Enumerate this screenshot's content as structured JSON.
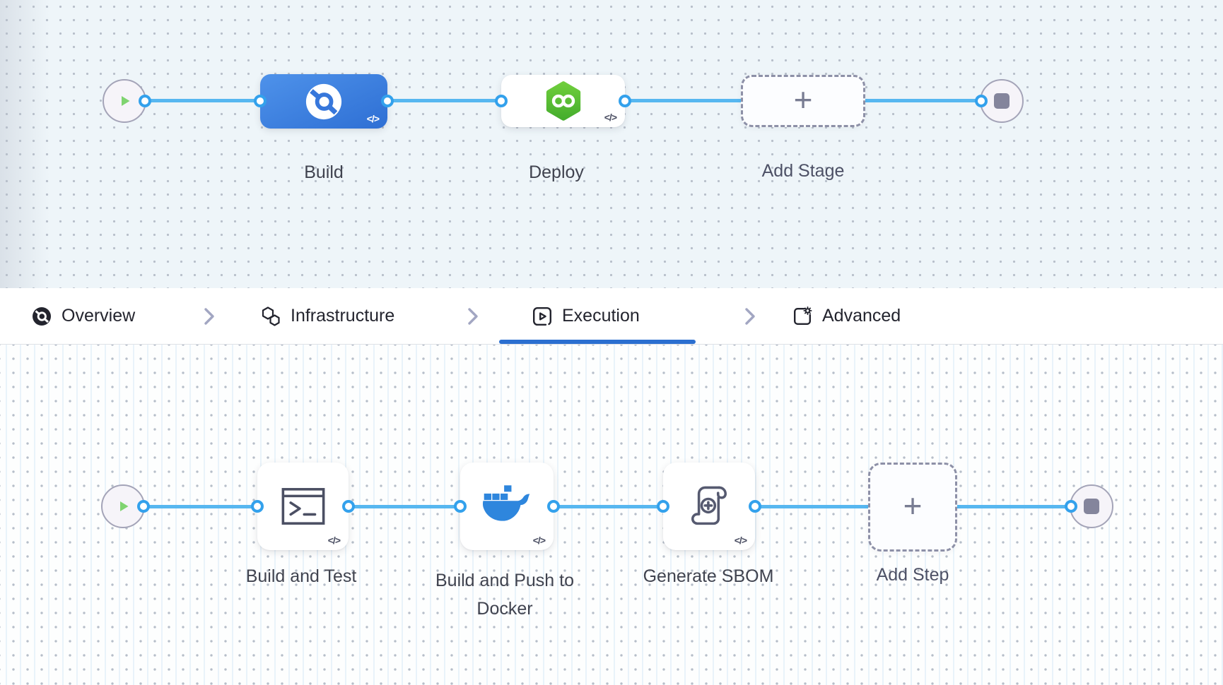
{
  "stage_canvas": {
    "stages": [
      {
        "label": "Build",
        "icon": "harness-ci-icon",
        "code_badge": "</>"
      },
      {
        "label": "Deploy",
        "icon": "harness-cd-icon",
        "code_badge": "</>"
      },
      {
        "label": "Add Stage",
        "icon": "plus-icon"
      }
    ]
  },
  "tab_bar": {
    "tabs": [
      {
        "label": "Overview",
        "icon": "overview-icon",
        "active": false
      },
      {
        "label": "Infrastructure",
        "icon": "hexagons-icon",
        "active": false
      },
      {
        "label": "Execution",
        "icon": "play-square-icon",
        "active": true
      },
      {
        "label": "Advanced",
        "icon": "gear-square-icon",
        "active": false
      }
    ]
  },
  "step_canvas": {
    "steps": [
      {
        "label": "Build and Test",
        "icon": "terminal-icon",
        "code_badge": "</>"
      },
      {
        "label": "Build and Push to Docker",
        "icon": "docker-whale-icon",
        "code_badge": "</>"
      },
      {
        "label": "Generate SBOM",
        "icon": "sbom-scroll-icon",
        "code_badge": "</>"
      },
      {
        "label": "Add Step",
        "icon": "plus-icon"
      }
    ]
  },
  "glyphs": {
    "plus": "+"
  },
  "colors": {
    "accent_blue": "#2b6fd0",
    "connector_blue": "#57b7f0",
    "stage_build_blue": "#3b7ade",
    "docker_blue": "#2e86dd",
    "harness_green": "#57bf33",
    "play_green": "#7fd470",
    "canvas_top_bg": "#eef5f9",
    "canvas_bottom_bg": "#fdfefe"
  }
}
